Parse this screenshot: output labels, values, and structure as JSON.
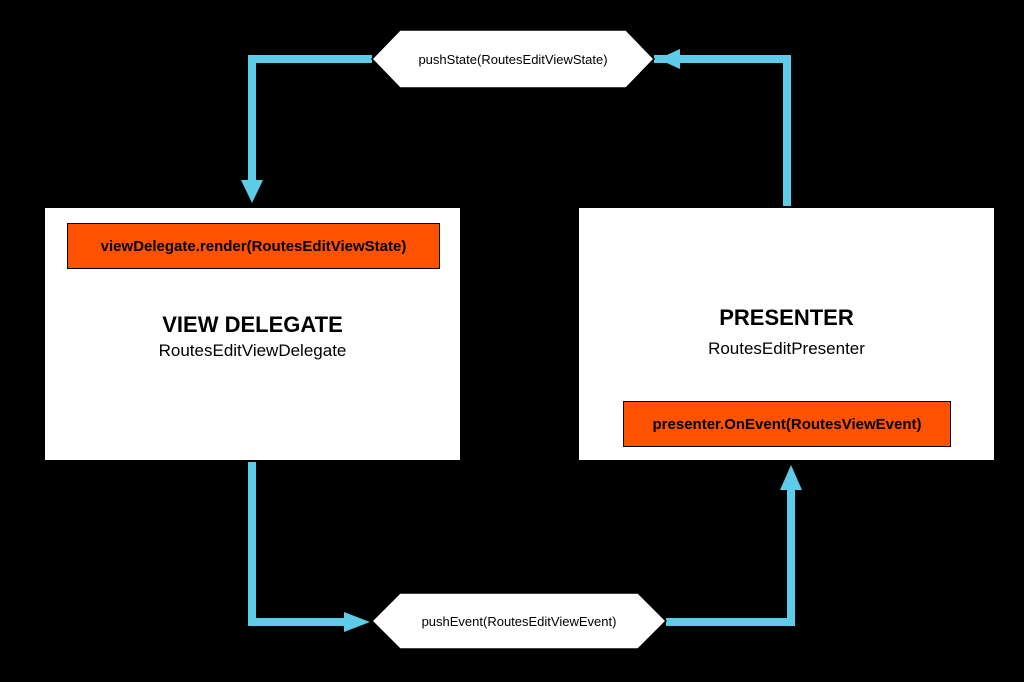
{
  "colors": {
    "background": "#000000",
    "box_fill": "#ffffff",
    "method_fill": "#ff5200",
    "connector": "#5ccce8",
    "message_fill": "#ffffff"
  },
  "view_delegate": {
    "method": "viewDelegate.render(RoutesEditViewState)",
    "title": "VIEW DELEGATE",
    "subtitle": "RoutesEditViewDelegate"
  },
  "presenter": {
    "title": "PRESENTER",
    "subtitle": "RoutesEditPresenter",
    "method": "presenter.OnEvent(RoutesViewEvent)"
  },
  "messages": {
    "push_state": "pushState(RoutesEditViewState)",
    "push_event": "pushEvent(RoutesEditViewEvent)"
  }
}
